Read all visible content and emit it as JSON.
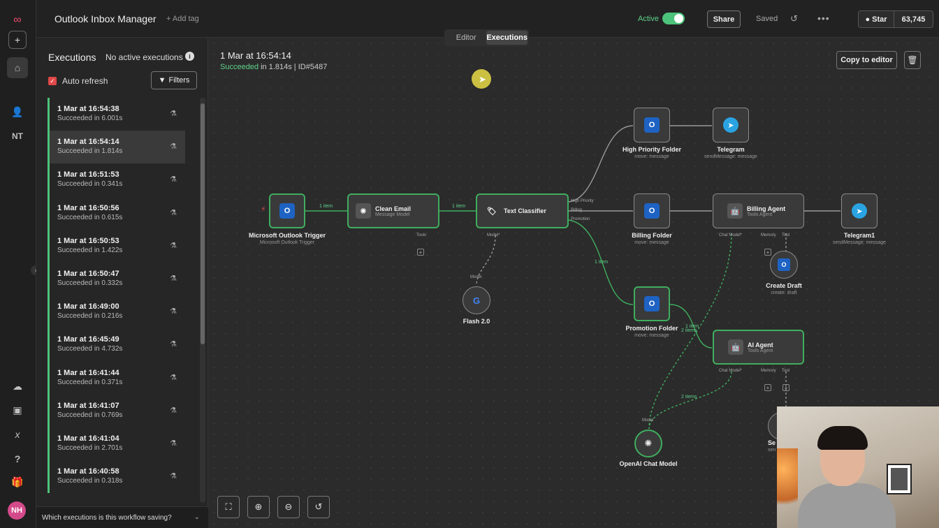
{
  "app": {
    "workflow_title": "Outlook Inbox Manager",
    "add_tag": "+ Add tag",
    "active_label": "Active",
    "share_label": "Share",
    "saved_label": "Saved",
    "star_label": "Star",
    "star_count": "63,745"
  },
  "rail": {
    "nt_label": "NT",
    "avatar_initials": "NH"
  },
  "tabs": [
    {
      "label": "Editor"
    },
    {
      "label": "Executions"
    }
  ],
  "executions_panel": {
    "title": "Executions",
    "no_active": "No active executions",
    "auto_refresh": "Auto refresh",
    "filters_label": "Filters",
    "items": [
      {
        "date": "1 Mar at 16:54:38",
        "status": "Succeeded in 6.001s"
      },
      {
        "date": "1 Mar at 16:54:14",
        "status": "Succeeded in 1.814s"
      },
      {
        "date": "1 Mar at 16:51:53",
        "status": "Succeeded in 0.341s"
      },
      {
        "date": "1 Mar at 16:50:56",
        "status": "Succeeded in 0.615s"
      },
      {
        "date": "1 Mar at 16:50:53",
        "status": "Succeeded in 1.422s"
      },
      {
        "date": "1 Mar at 16:50:47",
        "status": "Succeeded in 0.332s"
      },
      {
        "date": "1 Mar at 16:49:00",
        "status": "Succeeded in 0.216s"
      },
      {
        "date": "1 Mar at 16:45:49",
        "status": "Succeeded in 4.732s"
      },
      {
        "date": "1 Mar at 16:41:44",
        "status": "Succeeded in 0.371s"
      },
      {
        "date": "1 Mar at 16:41:07",
        "status": "Succeeded in 0.769s"
      },
      {
        "date": "1 Mar at 16:41:04",
        "status": "Succeeded in 2.701s"
      },
      {
        "date": "1 Mar at 16:40:58",
        "status": "Succeeded in 0.318s"
      }
    ],
    "question": "Which executions is this workflow saving?"
  },
  "execution_detail": {
    "date": "1 Mar at 16:54:14",
    "status_word": "Succeeded",
    "status_rest": " in 1.814s | ID#5487",
    "copy_label": "Copy to editor"
  },
  "nodes": {
    "trigger": {
      "name": "Microsoft Outlook Trigger",
      "sub": "Microsoft Outlook Trigger"
    },
    "clean_email": {
      "name": "Clean Email",
      "sub": "Message Model",
      "tools": "Tools"
    },
    "text_classifier": {
      "name": "Text Classifier",
      "model": "Model*",
      "outputs": [
        "High Priority",
        "Billing",
        "Promotion"
      ]
    },
    "flash": {
      "name": "Flash 2.0",
      "model": "Model"
    },
    "high_priority_folder": {
      "name": "High Priority Folder",
      "sub": "move: message"
    },
    "telegram": {
      "name": "Telegram",
      "sub": "sendMessage: message"
    },
    "billing_folder": {
      "name": "Billing Folder",
      "sub": "move: message"
    },
    "billing_agent": {
      "name": "Billing Agent",
      "sub": "Tools Agent",
      "chat_model": "Chat Model*",
      "memory": "Memory",
      "tool": "Tool"
    },
    "telegram1": {
      "name": "Telegram1",
      "sub": "sendMessage: message"
    },
    "create_draft": {
      "name": "Create Draft",
      "sub": "create: draft"
    },
    "promotion_folder": {
      "name": "Promotion Folder",
      "sub": "move: message"
    },
    "ai_agent": {
      "name": "AI Agent",
      "sub": "Tools Agent",
      "chat_model": "Chat Model*",
      "memory": "Memory",
      "tool": "Tool"
    },
    "openai": {
      "name": "OpenAI Chat Model",
      "model": "Model"
    },
    "partial": {
      "name": "Se",
      "sub": "sen"
    }
  },
  "edges": {
    "one_item": "1 item",
    "two_items": "2 items"
  },
  "colors": {
    "success": "#4cc37a",
    "outlook": "#1e63c4",
    "telegram": "#2aa3e2",
    "brand": "#ea4b71"
  }
}
